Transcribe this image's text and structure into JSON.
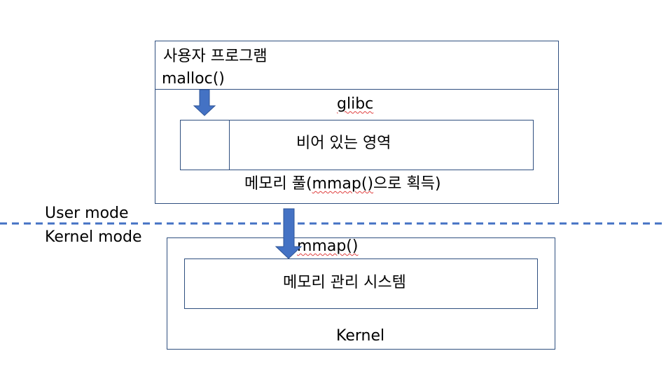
{
  "user_program": {
    "title": "사용자 프로그램",
    "call": "malloc()"
  },
  "glibc": {
    "label": "glibc",
    "free_area": "비어 있는 영역",
    "pool_label_prefix": "메모리 풀(",
    "pool_label_call": "mmap()",
    "pool_label_suffix": "으로 획득)"
  },
  "boundary": {
    "user_mode": "User mode",
    "kernel_mode": "Kernel mode"
  },
  "kernel": {
    "call": "mmap()",
    "memory_system": "메모리 관리 시스템",
    "label": "Kernel"
  },
  "colors": {
    "arrow": "#4472c4",
    "border": "#2f4f7f",
    "dashed_line": "#4472c4"
  }
}
